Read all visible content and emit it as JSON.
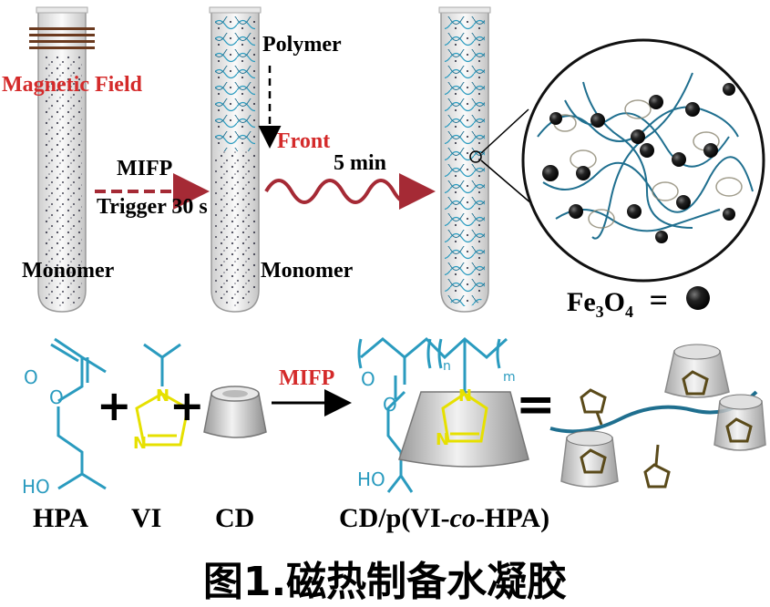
{
  "diagram": {
    "top": {
      "magnetic_field_label": "Magnetic Field",
      "monomer_label_1": "Monomer",
      "monomer_label_2": "Monomer",
      "polymer_label": "Polymer",
      "front_label": "Front",
      "mifp_label": "MIFP",
      "trigger_label": "Trigger 30 s",
      "time_label": "5 min",
      "fe3o4_main": "Fe",
      "fe3o4_sub1": "3",
      "fe3o4_mid": "O",
      "fe3o4_sub2": "4",
      "fe3o4_equals": "="
    },
    "bottom": {
      "hpa_label": "HPA",
      "vi_label": "VI",
      "cd_label": "CD",
      "product_prefix": "CD/p(VI-",
      "product_italic": "co",
      "product_suffix": "-HPA)",
      "mifp_arrow_label": "MIFP",
      "plus_1": "+",
      "plus_2": "+",
      "equals": "=",
      "ho_label_1": "HO",
      "ho_label_2": "HO",
      "o_carbonyl_1": "O",
      "o_ether_1": "O",
      "o_carbonyl_2": "O",
      "o_ether_2": "O",
      "n_label_1": "N",
      "n_label_2": "N",
      "n_label_3": "N",
      "n_label_4": "N",
      "sub_n": "n",
      "sub_m": "m"
    },
    "caption": "图1.磁热制备水凝胶"
  },
  "colors": {
    "teal": "#2a9bbf",
    "yellow": "#e6e000",
    "red": "#d42a2a",
    "darkred": "#8b1a1a",
    "arrow_red": "#a52a35",
    "black": "#000000"
  }
}
